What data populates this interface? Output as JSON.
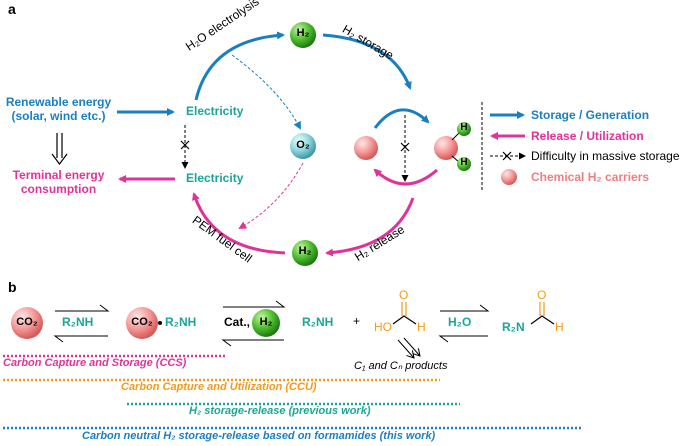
{
  "panel_a": {
    "label": "a",
    "renewable_energy": [
      "Renewable energy",
      "(solar, wind etc.)"
    ],
    "terminal_energy": [
      "Terminal energy",
      "consumption"
    ],
    "electricity_top": "Electricity",
    "electricity_bottom": "Electricity",
    "h2o_electrolysis": "H₂O electrolysis",
    "h2_storage": "H₂ storage",
    "h2_release": "H₂ release",
    "pem_fuel_cell": "PEM fuel cell",
    "h2_top": "H₂",
    "h2_bottom": "H₂",
    "o2": "O₂",
    "h_atom_1": "H",
    "h_atom_2": "H",
    "legend": [
      {
        "label": "Storage / Generation",
        "color": "#1a7fc1"
      },
      {
        "label": "Release / Utilization",
        "color": "#e0339a"
      },
      {
        "label": "Difficulty in massive storage",
        "color": "#000000"
      },
      {
        "label": "Chemical H₂ carriers",
        "color": "#f07e7e"
      }
    ]
  },
  "panel_b": {
    "label": "b",
    "co2_a": "CO₂",
    "r2nh_eq": "R₂NH",
    "co2_b": "CO₂",
    "r2nh_adduct": "R₂NH",
    "cat": "Cat.,",
    "h2": "H₂",
    "r2nh_product": "R₂NH",
    "plus": "+",
    "formic_o": "O",
    "formic_ho": "HO",
    "formic_h": "H",
    "h2o": "H₂O",
    "formamide_o": "O",
    "formamide_r2n": "R₂N",
    "formamide_h": "H",
    "products": "C₁ and Cₙ products",
    "lines": [
      {
        "label": "Carbon Capture and Storage (CCS)",
        "color": "#e0339a"
      },
      {
        "label": "Carbon Capture and Utilization (CCU)",
        "color": "#f39a1b"
      },
      {
        "label": "H₂ storage-release (previous work)",
        "color": "#1aa59a"
      },
      {
        "label": "Carbon neutral H₂ storage-release based on formamides (this work)",
        "color": "#1a7fc1"
      }
    ]
  }
}
